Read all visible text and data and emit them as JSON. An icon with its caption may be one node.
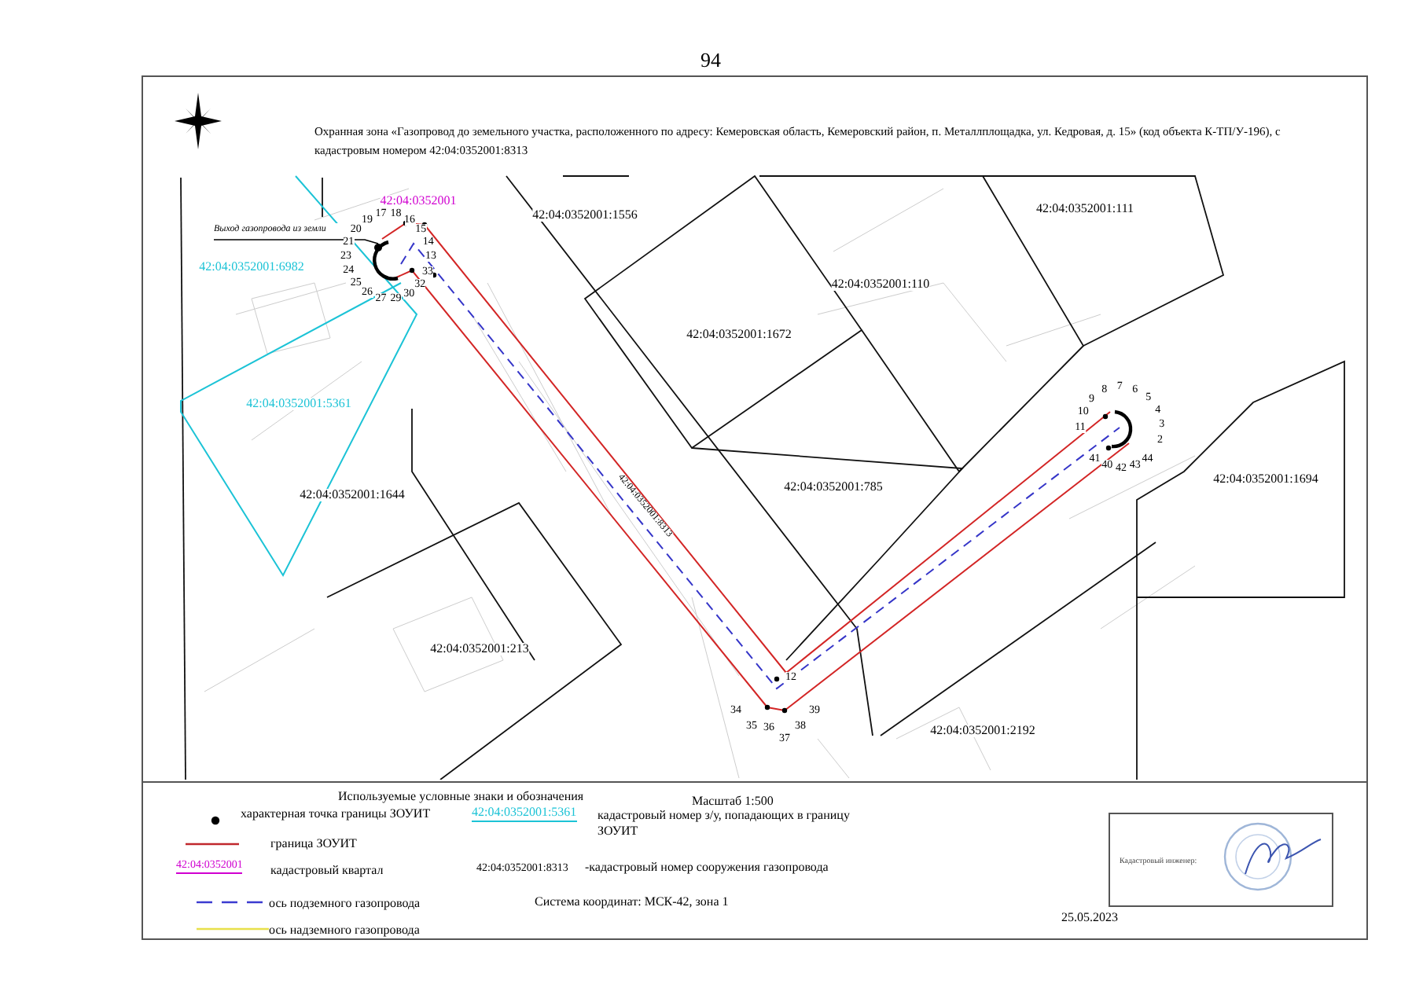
{
  "diagram": {
    "title": "Охранная зона «Газопровод до земельного участка, расположенного по адресу: Кемеровская область, Кемеровский район, п. Металлплощадка, ул. Кедровая, д. 15» (код объекта К-ТП/У-196), с кадастровым номером 42:04:0352001:8313",
    "nodes": [
      {
        "text": [
          "Выход газопровода из земли"
        ]
      },
      {
        "text": [],
        "shape": "circle"
      }
    ],
    "edges": [
      {
        "from": 0,
        "to": 1,
        "arrow": "none"
      }
    ],
    "labels": [
      "94",
      "42:04:0352001",
      "42:04:0352001:1556",
      "42:04:0352001:111",
      "42:04:0352001:6982",
      "42:04:0352001:110",
      "42:04:0352001:1672",
      "42:04:0352001:5361",
      "42:04:0352001:1644",
      "42:04:0352001:785",
      "42:04:0352001:1694",
      "42:04:0352001:8313",
      "42:04:0352001:213",
      "42:04:0352001:2192",
      "13",
      "14",
      "15",
      "16",
      "17",
      "18",
      "19",
      "20",
      "21",
      "23",
      "24",
      "25",
      "26",
      "27",
      "29",
      "30",
      "32",
      "33",
      "11",
      "10",
      "9",
      "8",
      "7",
      "6",
      "5",
      "4",
      "3",
      "2",
      "40",
      "41",
      "42",
      "43",
      "44",
      "12",
      "34",
      "35",
      "36",
      "37",
      "38",
      "39",
      "Используемые условные знаки и обозначения",
      "Масштаб 1:500",
      "42:04:0352001:5361",
      "42:04:0352001",
      "42:04:0352001:8313",
      "Система координат: МСК-42, зона 1",
      "Кадастровый инженер:",
      "25.05.2023"
    ],
    "legend": [
      {
        "text": "характерная точка границы ЗОУИТ"
      },
      {
        "text": "граница ЗОУИТ"
      },
      {
        "text": "кадастровый квартал"
      },
      {
        "text": "кадастровый номер з/у, попадающих в границу ЗОУИТ"
      },
      {
        "text": "-кадастровый  номер сооружения газопровода"
      },
      {
        "text": "ось подземного газопровода"
      },
      {
        "text": "ось надземного газопровода"
      }
    ]
  }
}
